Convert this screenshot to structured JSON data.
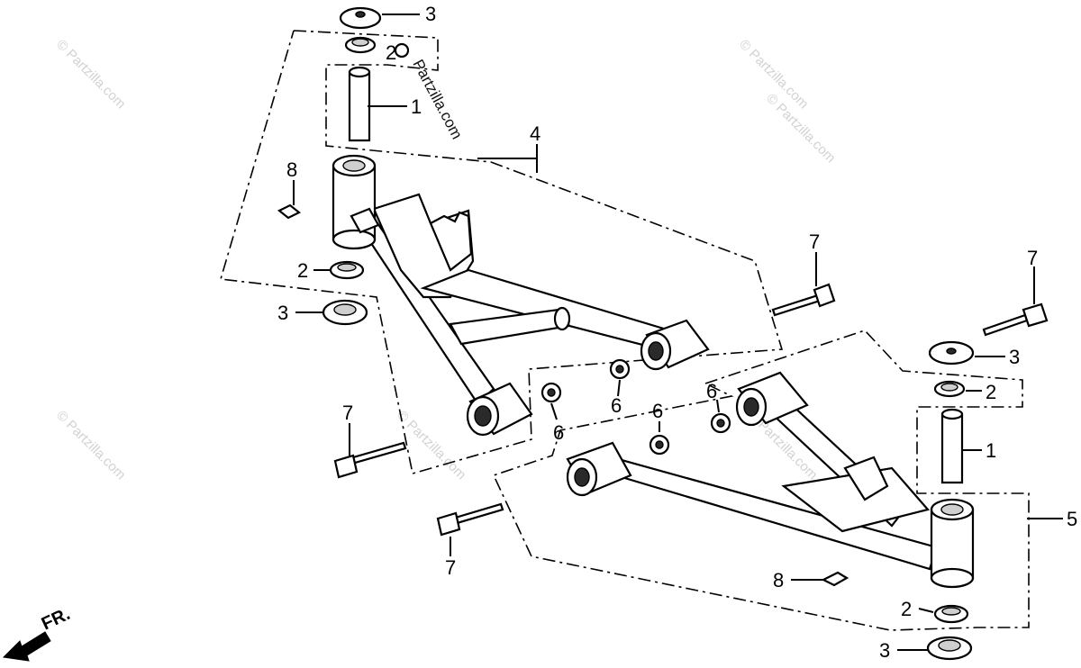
{
  "diagram": {
    "callouts": {
      "c1_top": "1",
      "c2_top": "2",
      "c3_top": "3",
      "c4": "4",
      "c8_top": "8",
      "c2_left": "2",
      "c3_left": "3",
      "c7_upper_mid": "7",
      "c7_upper_right": "7",
      "c3_right": "3",
      "c2_right": "2",
      "c1_right": "1",
      "c5": "5",
      "c6_a": "6",
      "c6_b": "6",
      "c6_c": "6",
      "c6_d": "6",
      "c7_left": "7",
      "c7_lower": "7",
      "c8_bottom": "8",
      "c2_bottom": "2",
      "c3_bottom": "3"
    },
    "front_marker": "FR.",
    "watermarks": [
      "© Partzilla.com",
      "© Partzilla.com",
      "© Partzilla.com",
      "© Partzilla.com",
      "© Partzilla.com",
      "© Partzilla.com"
    ],
    "watermark_dark": "Partzilla.com"
  }
}
